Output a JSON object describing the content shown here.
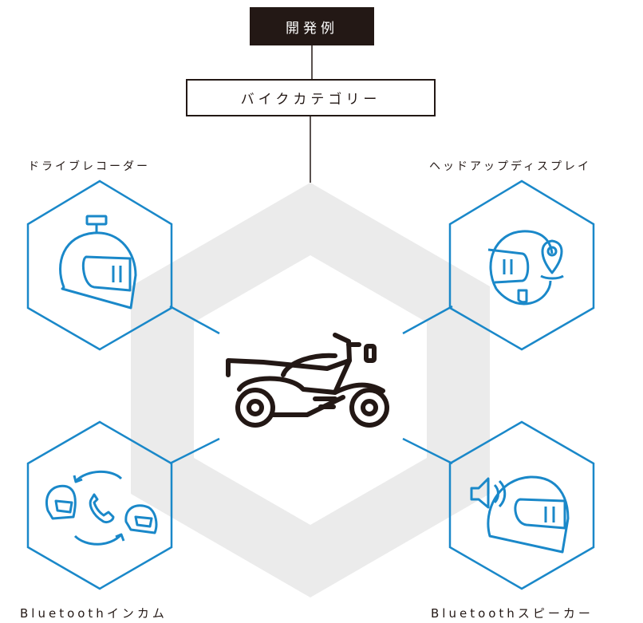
{
  "root": {
    "label": "開発例"
  },
  "category": {
    "label": "バイクカテゴリー"
  },
  "center_icon": "motorcycle-icon",
  "accent_color": "#1a88c9",
  "background_hexagon_color": "#ebebeb",
  "nodes": [
    {
      "label": "ドライブレコーダー",
      "icon": "helmet-with-camera-icon"
    },
    {
      "label": "ヘッドアップディスプレイ",
      "icon": "helmet-with-location-pin-icon"
    },
    {
      "label": "Bluetoothインカム",
      "icon": "helmet-intercom-icon"
    },
    {
      "label": "Bluetoothスピーカー",
      "icon": "helmet-speaker-icon"
    }
  ]
}
